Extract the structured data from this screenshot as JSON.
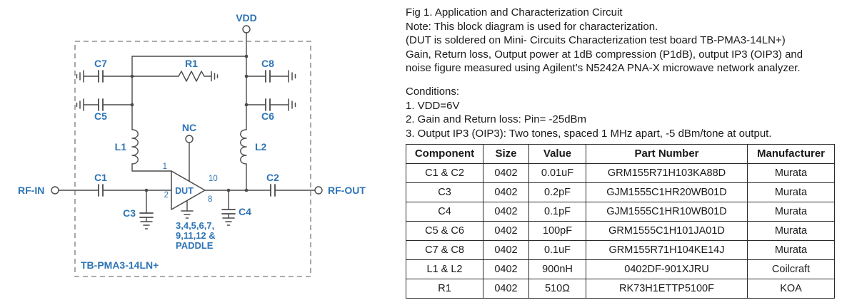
{
  "figure": {
    "caption_lines": [
      "Fig 1. Application and Characterization Circuit",
      "Note: This block diagram is used for characterization.",
      "(DUT is soldered on Mini- Circuits Characterization test board TB-PMA3-14LN+)",
      "Gain, Return loss, Output power at 1dB compression (P1dB), output IP3 (OIP3) and",
      "noise figure measured using Agilent’s N5242A PNA-X microwave network analyzer."
    ]
  },
  "conditions": {
    "title": "Conditions:",
    "items": [
      "1. VDD=6V",
      "2. Gain and Return loss: Pin= -25dBm",
      "3. Output IP3 (OIP3): Two tones, spaced 1 MHz apart, -5 dBm/tone at output."
    ]
  },
  "schematic": {
    "vdd_label": "VDD",
    "nc_label": "NC",
    "dut_label": "DUT",
    "rf_in_label": "RF-IN",
    "rf_out_label": "RF-OUT",
    "board_label": "TB-PMA3-14LN+",
    "components": {
      "c1": "C1",
      "c2": "C2",
      "c3": "C3",
      "c4": "C4",
      "c5": "C5",
      "c6": "C6",
      "c7": "C7",
      "c8": "C8",
      "l1": "L1",
      "l2": "L2",
      "r1": "R1"
    },
    "pins": {
      "pin1": "1",
      "pin2": "2",
      "pin10": "10",
      "pin8": "8"
    },
    "grounded_pads_lines": [
      "3,4,5,6,7,",
      "9,11,12 &",
      "PADDLE"
    ]
  },
  "table": {
    "headers": [
      "Component",
      "Size",
      "Value",
      "Part Number",
      "Manufacturer"
    ],
    "rows": [
      [
        "C1 & C2",
        "0402",
        "0.01uF",
        "GRM155R71H103KA88D",
        "Murata"
      ],
      [
        "C3",
        "0402",
        "0.2pF",
        "GJM1555C1HR20WB01D",
        "Murata"
      ],
      [
        "C4",
        "0402",
        "0.1pF",
        "GJM1555C1HR10WB01D",
        "Murata"
      ],
      [
        "C5 & C6",
        "0402",
        "100pF",
        "GRM1555C1H101JA01D",
        "Murata"
      ],
      [
        "C7 & C8",
        "0402",
        "0.1uF",
        "GRM155R71H104KE14J",
        "Murata"
      ],
      [
        "L1 & L2",
        "0402",
        "900nH",
        "0402DF-901XJRU",
        "Coilcraft"
      ],
      [
        "R1",
        "0402",
        "510Ω",
        "RK73H1ETTP5100F",
        "KOA"
      ]
    ]
  },
  "colors": {
    "label_blue": "#2E74B5",
    "line_gray": "#4a4a4a",
    "text_black": "#1a1a1a"
  }
}
